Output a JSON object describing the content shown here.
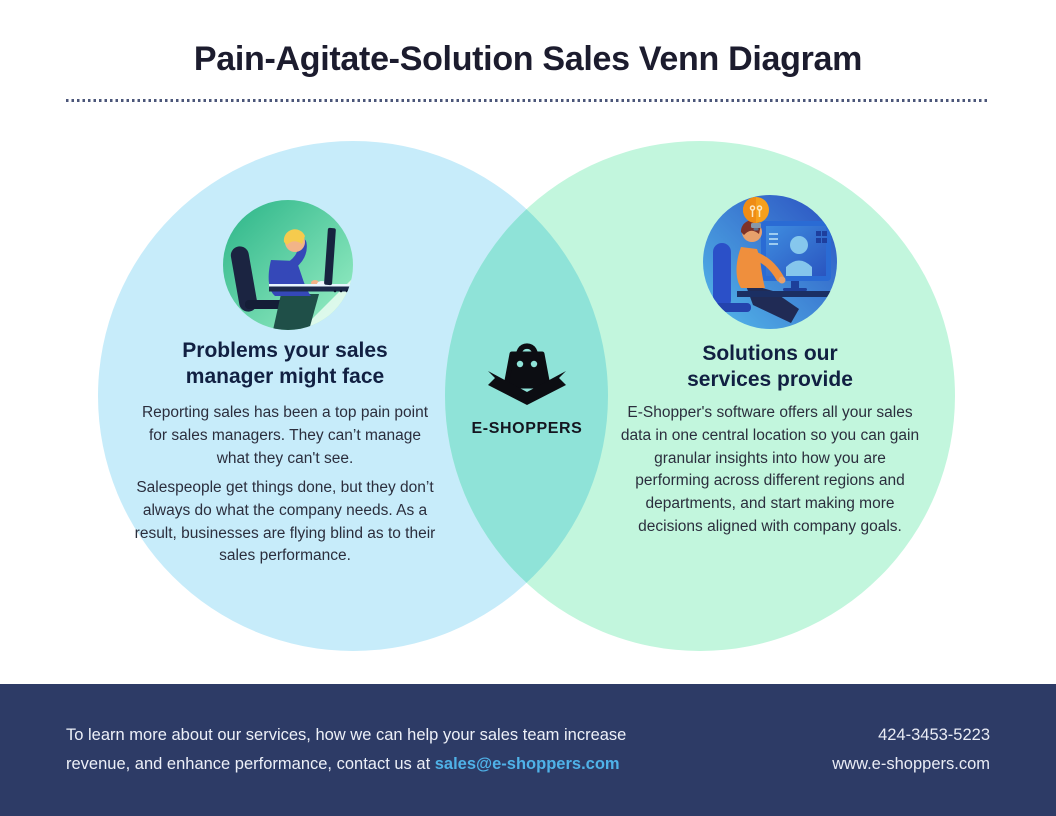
{
  "header": {
    "title": "Pain-Agitate-Solution Sales Venn Diagram"
  },
  "venn": {
    "left": {
      "heading": "Problems your sales manager might face",
      "paragraph_1": "Reporting sales has been a top pain point for sales managers. They can’t manage what they can't see.",
      "paragraph_2": "Salespeople get things done, but they don’t always do what the company needs. As a result, businesses are flying blind as to their sales performance.",
      "circle_color": "#c7ecfa",
      "illustration": "frustrated-sales-manager-at-desk"
    },
    "right": {
      "heading": "Solutions our services provide",
      "paragraph": "E-Shopper's software offers all your sales data in one central location so you can gain granular insights into how you are performing across different regions and departments, and start making more decisions aligned with company goals.",
      "circle_color": "#c2f6dd",
      "illustration": "employee-with-idea-at-computer"
    },
    "overlap_color": "#8fe3d8",
    "center": {
      "brand": "E-SHOPPERS",
      "icon": "shopping-bag-logo-icon",
      "icon_color": "#0c0d12"
    }
  },
  "footer": {
    "bg_color": "#2d3b66",
    "message": "To learn more about our services, how we can help your sales team increase revenue, and enhance performance, contact us at",
    "email": "sales@e-shoppers.com",
    "email_color": "#4fb2e8",
    "phone": "424-3453-5223",
    "website": "www.e-shoppers.com"
  }
}
